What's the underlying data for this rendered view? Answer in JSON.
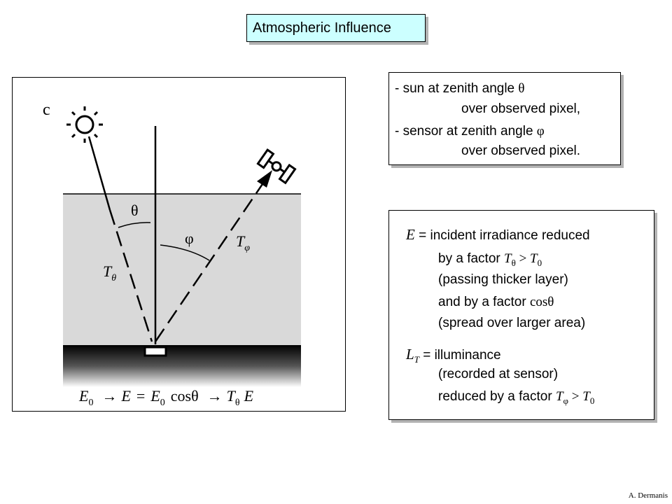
{
  "title": "Atmospheric Influence",
  "box1": {
    "line1_text": "- sun at zenith angle ",
    "line1_sym": "θ",
    "line2": "over observed pixel,",
    "line3_text": "- sensor at zenith angle ",
    "line3_sym": "φ",
    "line4": "over observed pixel."
  },
  "box2": {
    "e_sym": "E",
    "e_text": " = incident irradiance reduced",
    "l2_text": "by a factor ",
    "l2_T": "T",
    "l2_sub1": "θ",
    "l2_gt": " > ",
    "l2_T0": "T",
    "l2_sub0": "0",
    "l3": "(passing thicker layer)",
    "l4_text": "and by a factor ",
    "l4_cos": "cosθ",
    "l5": "(spread over larger area)",
    "lt_sym": "L",
    "lt_sub": "T",
    "lt_text": " = illuminance",
    "l7": "(recorded at sensor)",
    "l8_text": "reduced by a factor ",
    "l8_T": "T",
    "l8_sub1": "φ",
    "l8_gt": " > ",
    "l8_T0": "T",
    "l8_sub0": "0"
  },
  "diagram": {
    "panel_label": "c",
    "theta": "θ",
    "phi": "φ",
    "t_theta_T": "T",
    "t_theta_sub": "θ",
    "t_phi_T": "T",
    "t_phi_sub": "φ",
    "eq_E0a": "E",
    "eq_E0a_sub": "0",
    "eq_arrow1": "→",
    "eq_E": "E",
    "eq_equals": "=",
    "eq_E0b": "E",
    "eq_E0b_sub": "0",
    "eq_cos": "cosθ",
    "eq_arrow2": "→",
    "eq_T": "T",
    "eq_T_sub": "θ",
    "eq_E2": "E"
  },
  "credit": "A. Dermanis"
}
